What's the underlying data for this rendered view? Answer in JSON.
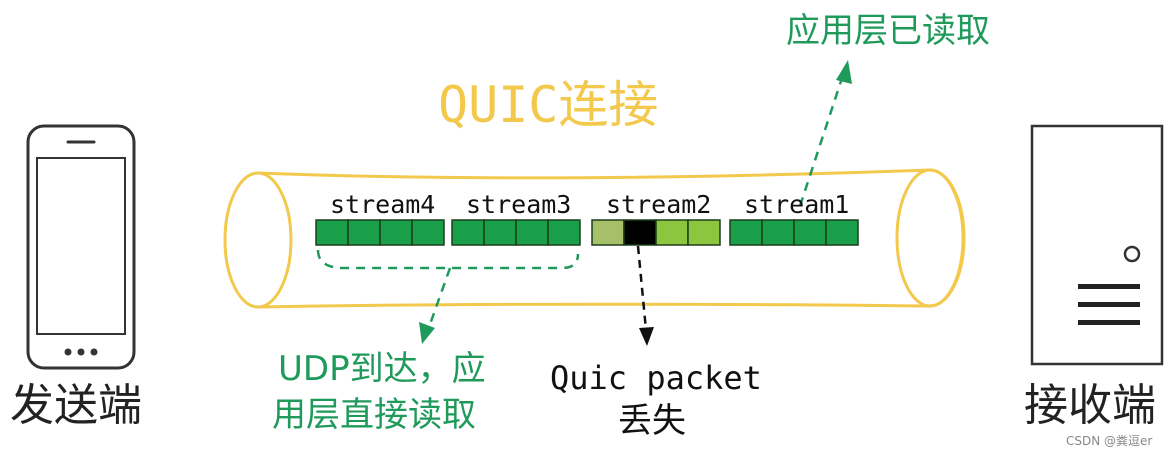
{
  "title": "QUIC连接",
  "top_note": "应用层已读取",
  "sender_label": "发送端",
  "receiver_label": "接收端",
  "udp_note": [
    "UDP到达，应",
    "用层直接读取"
  ],
  "lost_note": [
    "Quic packet",
    "丢失"
  ],
  "watermark": "CSDN @粪逗er",
  "colors": {
    "pipe": "#f2c94c",
    "title": "#f2c94c",
    "packet_green": "#1aa04a",
    "packet_light": "#8cc63f",
    "packet_olive": "#a8bf6a",
    "packet_lost": "#000000",
    "arrow_green": "#1f9a5a",
    "device": "#333333"
  },
  "icons": [
    "smartphone-icon",
    "server-icon"
  ],
  "streams": [
    {
      "label": "stream4",
      "packets": [
        "received",
        "received",
        "received",
        "received"
      ]
    },
    {
      "label": "stream3",
      "packets": [
        "received",
        "received",
        "received",
        "received"
      ]
    },
    {
      "label": "stream2",
      "packets": [
        "partial",
        "lost",
        "pending",
        "pending"
      ]
    },
    {
      "label": "stream1",
      "packets": [
        "received",
        "received",
        "received",
        "received"
      ]
    }
  ]
}
